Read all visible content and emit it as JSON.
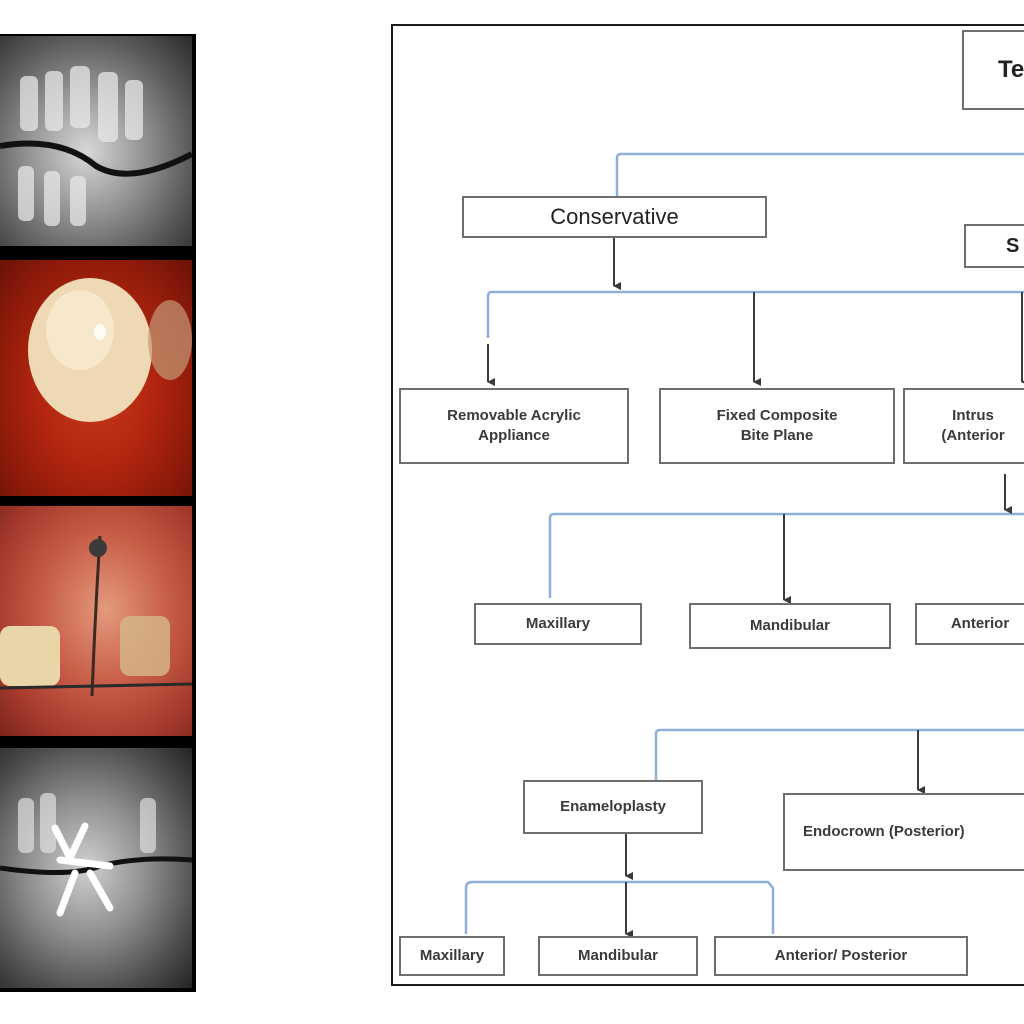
{
  "diagram": {
    "nodes": {
      "treatment": "Te",
      "conservative": "Conservative",
      "surgical": "S",
      "removable": "Removable Acrylic\nAppliance",
      "fixed": "Fixed Composite\nBite Plane",
      "intrusion": "Intrus\n(Anterior",
      "maxillary_1": "Maxillary",
      "mandibular_1": "Mandibular",
      "anterior_1": "Anterior",
      "enameloplasty": "Enameloplasty",
      "endocrown": "Endocrown (Posterior)",
      "maxillary_2": "Maxillary",
      "mandibular_2": "Mandibular",
      "anterior_posterior": "Anterior/  Posterior"
    },
    "colors": {
      "connector": "#8fb0d8",
      "arrow": "#3a3a3a",
      "border": "#6e6e6e"
    }
  }
}
